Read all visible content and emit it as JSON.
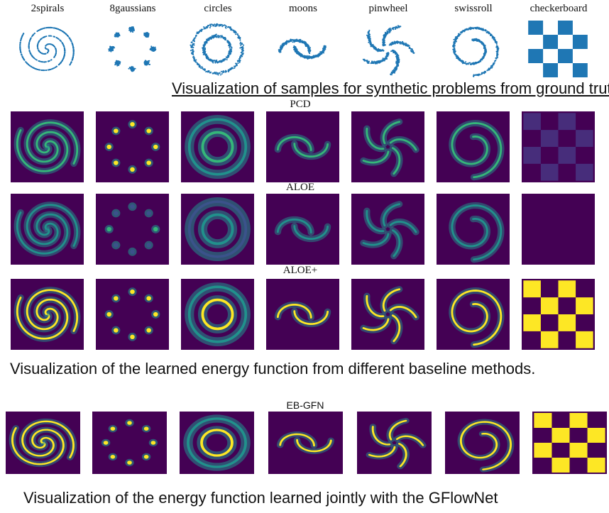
{
  "columns": [
    "2spirals",
    "8gaussians",
    "circles",
    "moons",
    "pinwheel",
    "swissroll",
    "checkerboard"
  ],
  "captions": {
    "ground_truth": "Visualization of samples for synthetic problems from ground truth",
    "baselines": "Visualization of the learned energy function from different baseline methods.",
    "gflownet": "Visualization of the energy function learned jointly with the GFlowNet"
  },
  "rows": {
    "pcd": "PCD",
    "aloe": "ALOE",
    "aloe_plus": "ALOE+",
    "eb_gfn": "EB-GFN"
  },
  "colors": {
    "scatter": "#1f77b4",
    "bg": "#440154",
    "mid": "#21918c",
    "hi": "#35b779",
    "top": "#fde725"
  }
}
